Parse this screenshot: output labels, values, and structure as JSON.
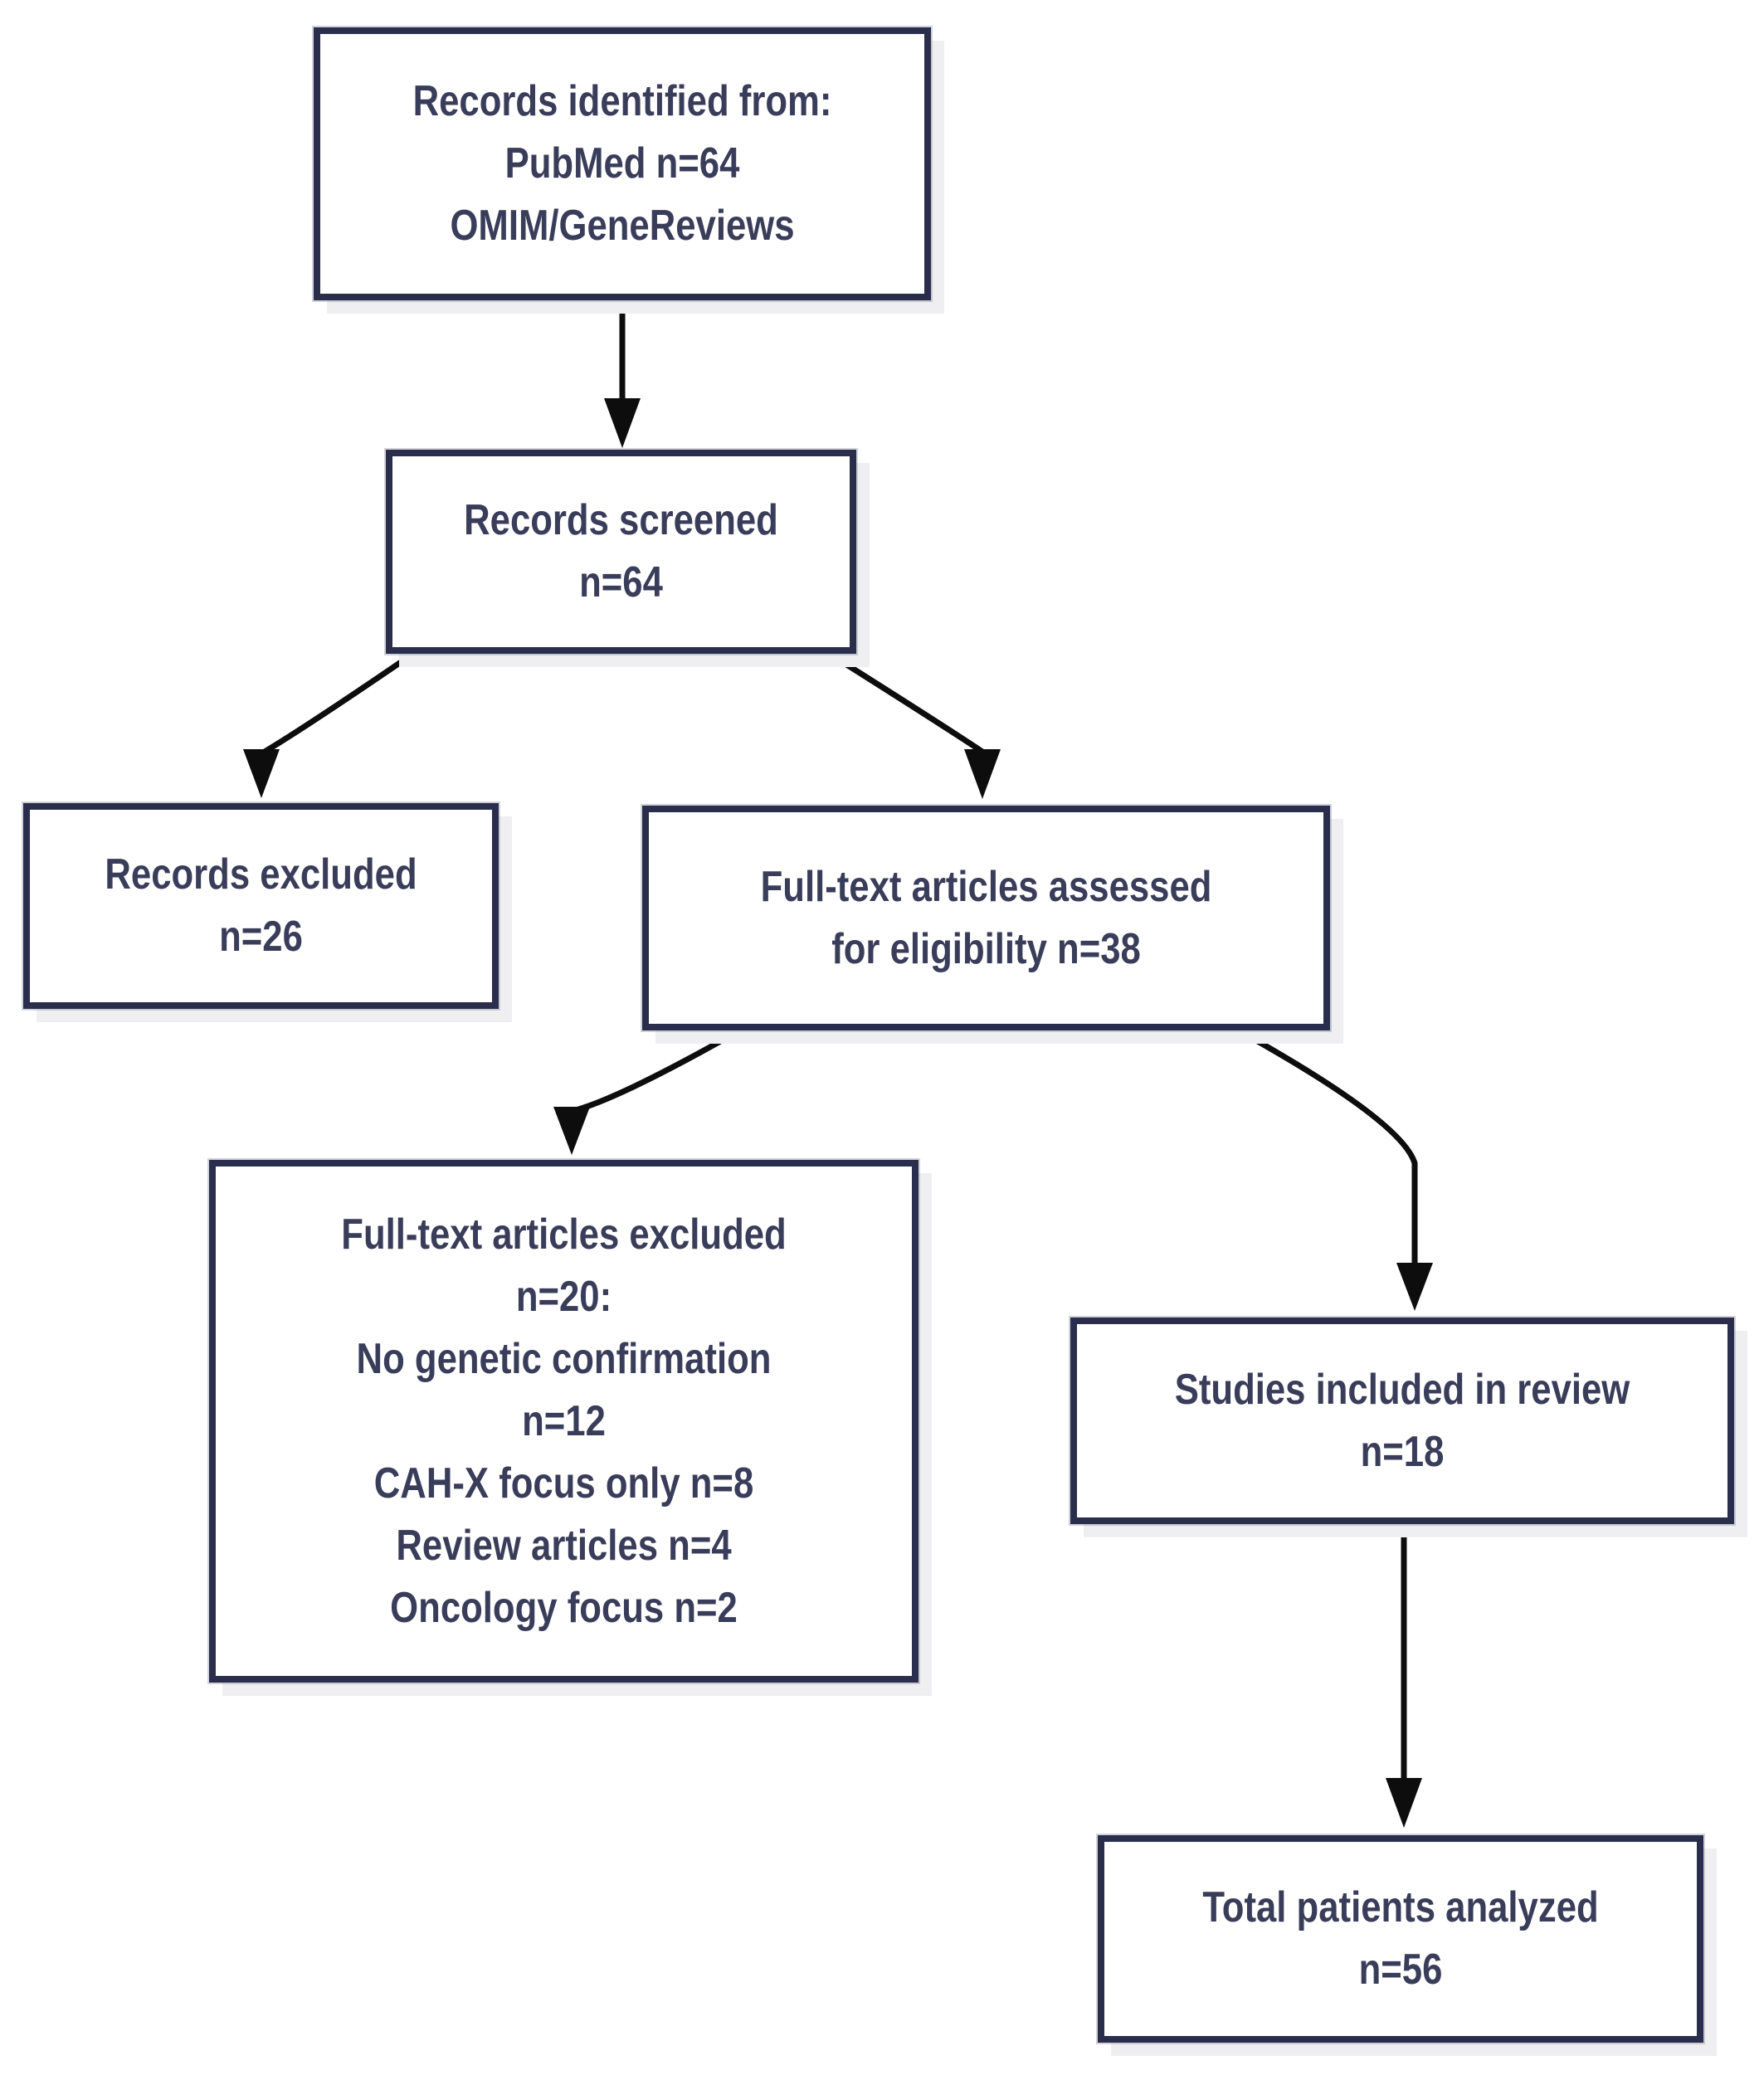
{
  "diagram": {
    "type": "flowchart",
    "colors": {
      "background": "#ffffff",
      "box_fill": "#ffffff",
      "box_border": "#2a2e4c",
      "text": "#3a3d5a",
      "arrow": "#0d0d0d",
      "shadow": "#efeff1"
    },
    "boxes": [
      {
        "id": "records-identified",
        "lines": [
          "Records identified from:",
          "PubMed n=64",
          "OMIM/GeneReviews"
        ]
      },
      {
        "id": "records-screened",
        "lines": [
          "Records screened",
          "n=64"
        ]
      },
      {
        "id": "records-excluded",
        "lines": [
          "Records excluded",
          "n=26"
        ]
      },
      {
        "id": "fulltext-assessed",
        "lines": [
          "Full-text articles assessed",
          "for eligibility n=38"
        ]
      },
      {
        "id": "fulltext-excluded",
        "lines": [
          "Full-text articles excluded",
          "n=20:",
          "No genetic confirmation",
          "n=12",
          "CAH-X focus only n=8",
          "Review articles n=4",
          "Oncology focus n=2"
        ]
      },
      {
        "id": "studies-included",
        "lines": [
          "Studies included in review",
          "n=18"
        ]
      },
      {
        "id": "total-patients",
        "lines": [
          "Total patients analyzed",
          "n=56"
        ]
      }
    ],
    "edges": [
      {
        "from": "records-identified",
        "to": "records-screened"
      },
      {
        "from": "records-screened",
        "to": "records-excluded"
      },
      {
        "from": "records-screened",
        "to": "fulltext-assessed"
      },
      {
        "from": "fulltext-assessed",
        "to": "fulltext-excluded"
      },
      {
        "from": "fulltext-assessed",
        "to": "studies-included"
      },
      {
        "from": "studies-included",
        "to": "total-patients"
      }
    ]
  }
}
